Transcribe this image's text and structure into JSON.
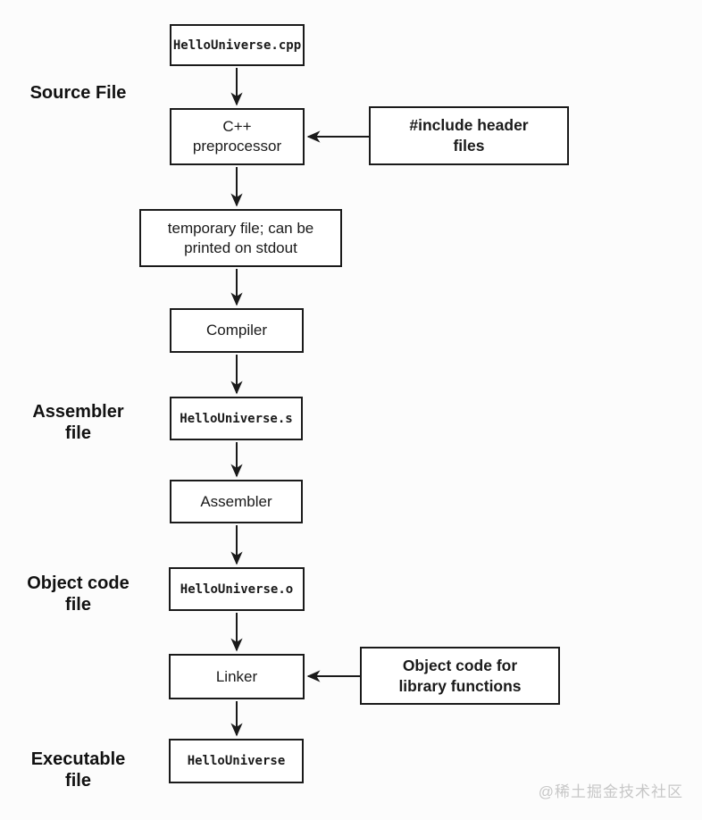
{
  "diagram": {
    "nodes": {
      "cpp_file": "HelloUniverse.cpp",
      "preprocessor": "C++\npreprocessor",
      "include_headers": "#include header\nfiles",
      "temp_file": "temporary file; can be\nprinted on stdout",
      "compiler": "Compiler",
      "asm_file": "HelloUniverse.s",
      "assembler": "Assembler",
      "obj_file": "HelloUniverse.o",
      "linker": "Linker",
      "lib_objects": "Object code for\nlibrary functions",
      "executable_file": "HelloUniverse"
    },
    "stage_labels": {
      "source": "Source File",
      "assembler": "Assembler\nfile",
      "object_code": "Object code\nfile",
      "executable": "Executable\nfile"
    },
    "watermark": "@稀土掘金技术社区",
    "colors": {
      "line": "#1a1a1a",
      "box_fill": "#ffffff",
      "background": "#fcfcfc",
      "watermark": "#c7c7c7"
    }
  }
}
